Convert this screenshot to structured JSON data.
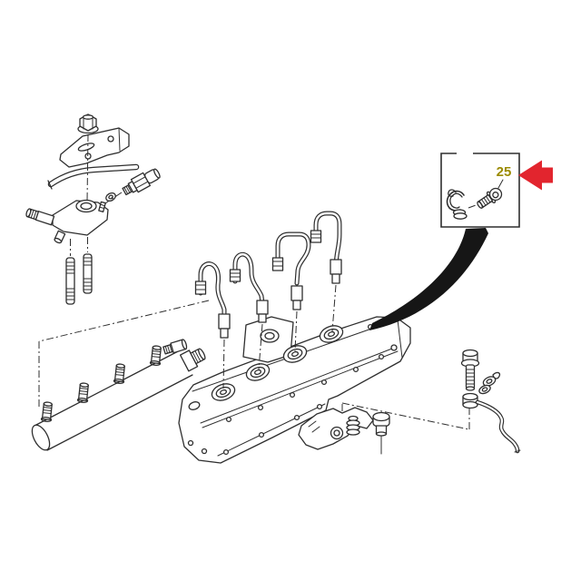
{
  "diagram": {
    "type": "exploded-parts-diagram",
    "callout": {
      "part_number": "25",
      "label_color": "#9b8b00",
      "arrow_color": "#e2252e"
    },
    "colors": {
      "background": "#ffffff",
      "line": "#2e2e2e",
      "swoosh": "#161616"
    },
    "components": [
      "flange-nut",
      "mounting-bracket",
      "fuel-pressure-sensor",
      "sealing-washer",
      "pressure-limiter-valve",
      "mounting-studs",
      "fuel-rail",
      "fuel-injection-pipes",
      "cylinder-head-cover",
      "retainer-clip",
      "callout-bolt",
      "fuel-return-pipe",
      "banjo-bolt",
      "plug-bolt",
      "cylinder-head-partial"
    ]
  }
}
